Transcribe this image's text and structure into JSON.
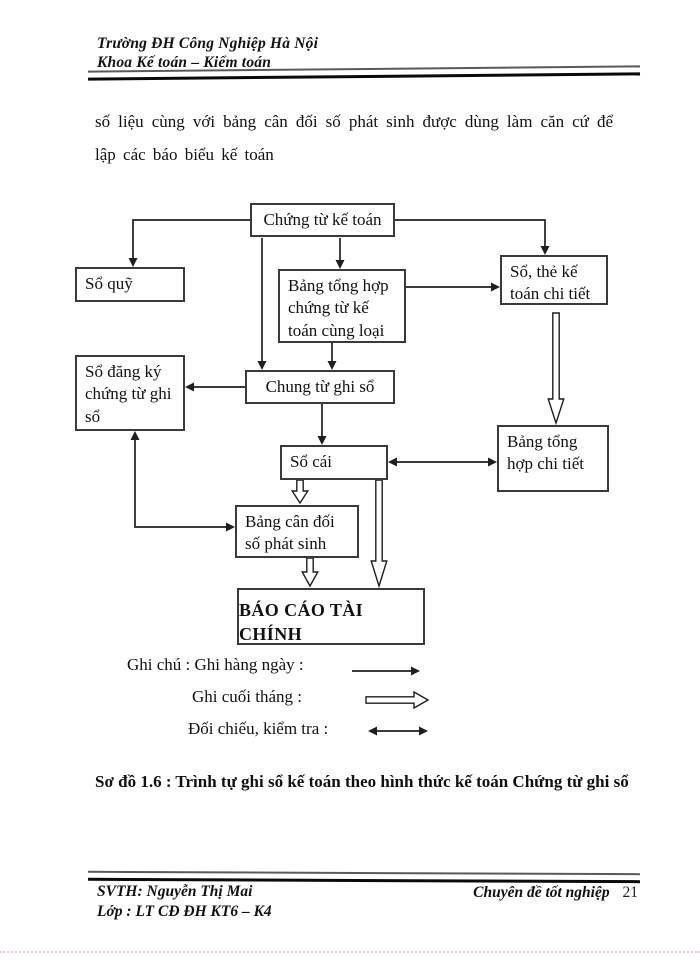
{
  "header": {
    "line1": "Trường ĐH Công Nghiệp Hà Nội",
    "line2": "Khoa Kế toán – Kiểm toán"
  },
  "body_text": "số liệu cùng với bảng cân đối số phát sinh được dùng làm căn cứ để lập các báo biểu kế toán",
  "diagram": {
    "nodes": {
      "chung_tu_ke_toan": "Chứng từ kế toán",
      "so_quy": "Sổ quỹ",
      "bang_tong_hop_chung_tu": "Bảng tổng hợp chứng từ kế toán cùng loại",
      "so_the_ke_toan_chi_tiet": "Sổ, thẻ kế toán chi tiết",
      "so_dang_ky_chung_tu_ghi_so": "Sổ đăng ký chứng từ ghi sổ",
      "chung_tu_ghi_so": "Chung từ ghi sổ",
      "so_cai": "Sổ cái",
      "bang_tong_hop_chi_tiet": "Bảng tổng hợp chi tiết",
      "bang_can_doi_so_phat_sinh": "Bảng cân đối số phát sinh",
      "bao_cao_tai_chinh": "BÁO CÁO TÀI CHÍNH"
    },
    "legend": {
      "daily": "Ghi chú : Ghi hàng ngày :",
      "monthly": "Ghi cuối tháng :",
      "reconcile": "Đối chiếu, kiểm tra :"
    },
    "caption": "Sơ đồ 1.6 : Trình tự ghi sổ kế toán theo hình thức kế toán Chứng từ ghi sổ"
  },
  "footer": {
    "left_line1": "SVTH: Nguyễn Thị Mai",
    "left_line2": "Lớp : LT CĐ ĐH KT6 – K4",
    "right_title": "Chuyên đề tốt nghiệp",
    "page_number": "21"
  },
  "colors": {
    "ink": "#1f1f1f",
    "box_border": "#3a3a3a",
    "bottom_dots": "#ffc4da"
  }
}
